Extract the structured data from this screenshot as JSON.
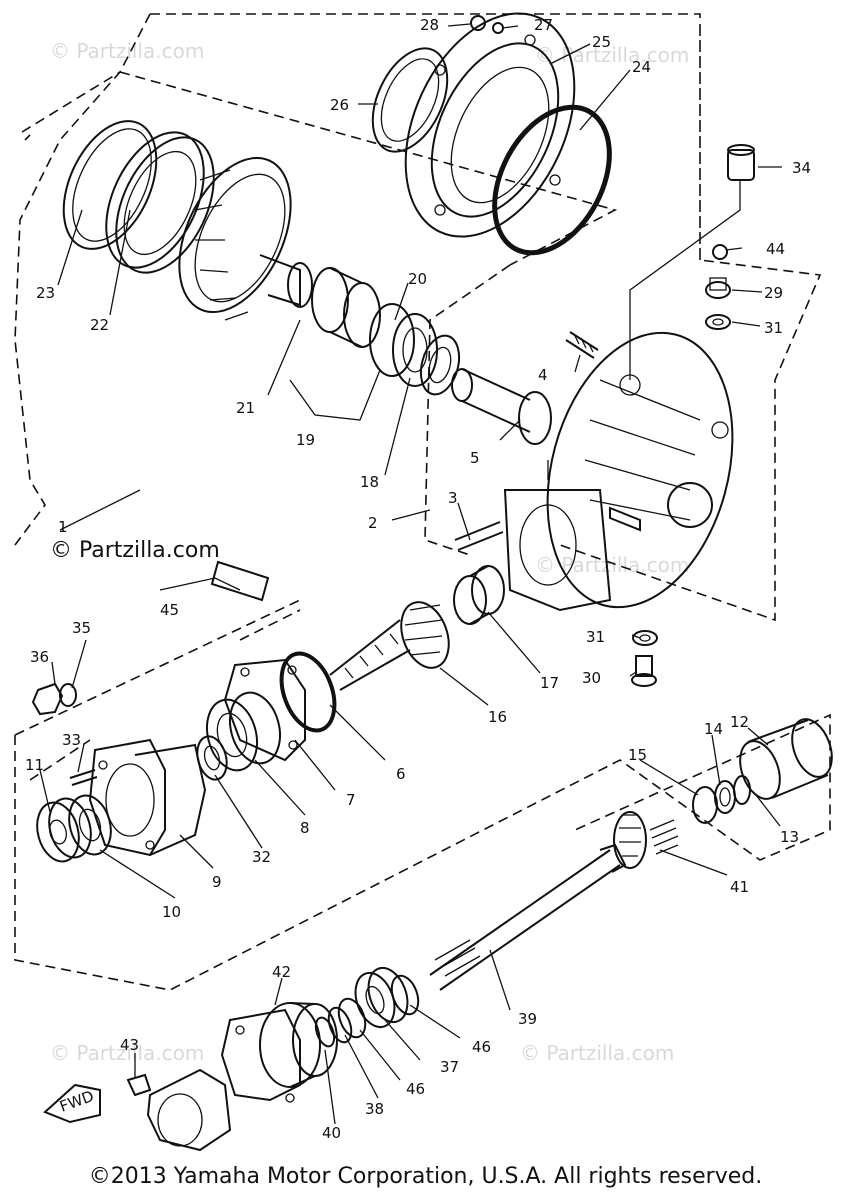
{
  "watermark_text": "© Partzilla.com",
  "copyright": "©2013 Yamaha Motor Corporation, U.S.A. All rights reserved.",
  "fwd_label": "FWD",
  "callouts": [
    "1",
    "2",
    "3",
    "4",
    "5",
    "6",
    "7",
    "8",
    "9",
    "10",
    "11",
    "12",
    "13",
    "14",
    "15",
    "16",
    "17",
    "18",
    "19",
    "20",
    "21",
    "22",
    "23",
    "24",
    "25",
    "26",
    "27",
    "28",
    "29",
    "30",
    "31",
    "31",
    "32",
    "33",
    "34",
    "35",
    "36",
    "37",
    "38",
    "39",
    "40",
    "41",
    "42",
    "43",
    "44",
    "45",
    "46",
    "46"
  ]
}
